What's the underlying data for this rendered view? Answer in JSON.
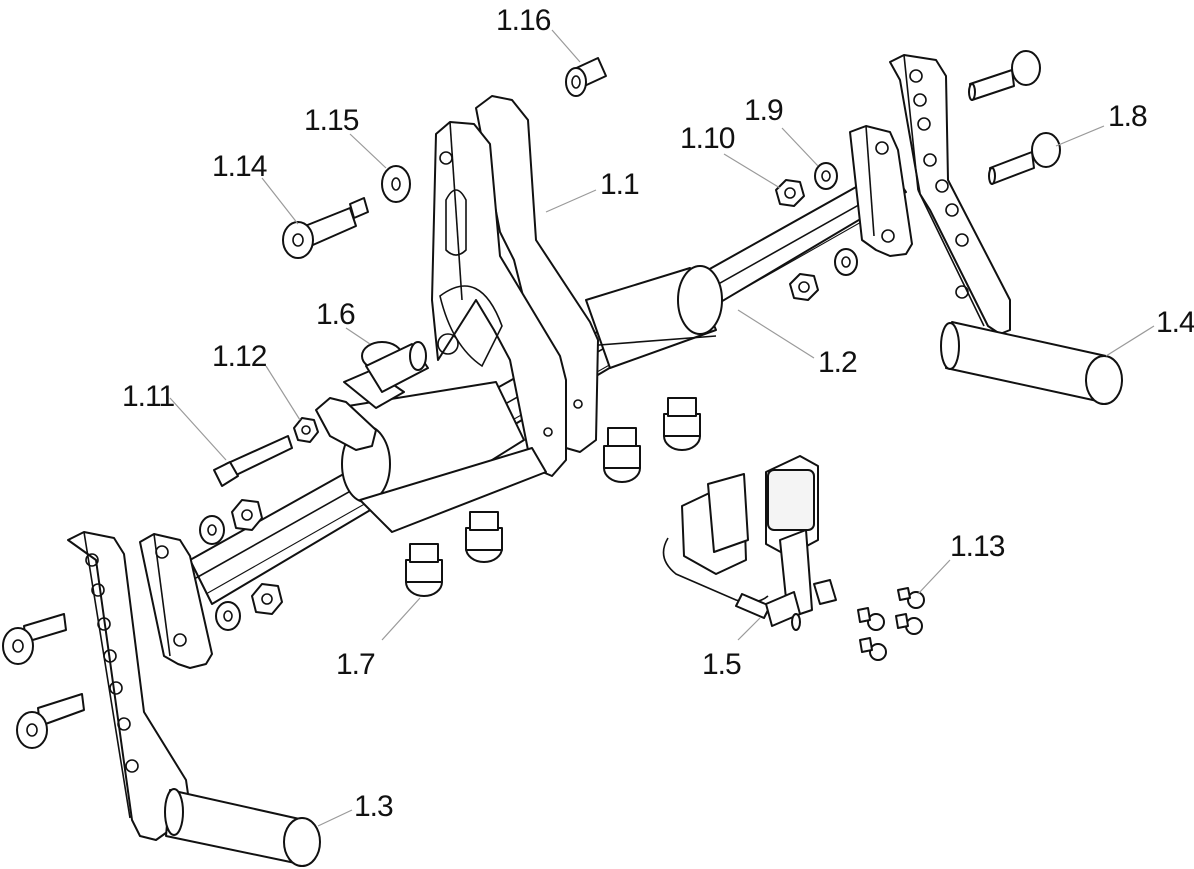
{
  "diagram": {
    "labels": {
      "l_1_1": "1.1",
      "l_1_2": "1.2",
      "l_1_3": "1.3",
      "l_1_4": "1.4",
      "l_1_5": "1.5",
      "l_1_6": "1.6",
      "l_1_7": "1.7",
      "l_1_8": "1.8",
      "l_1_9": "1.9",
      "l_1_10": "1.10",
      "l_1_11": "1.11",
      "l_1_12": "1.12",
      "l_1_13": "1.13",
      "l_1_14": "1.14",
      "l_1_15": "1.15",
      "l_1_16": "1.16"
    }
  }
}
